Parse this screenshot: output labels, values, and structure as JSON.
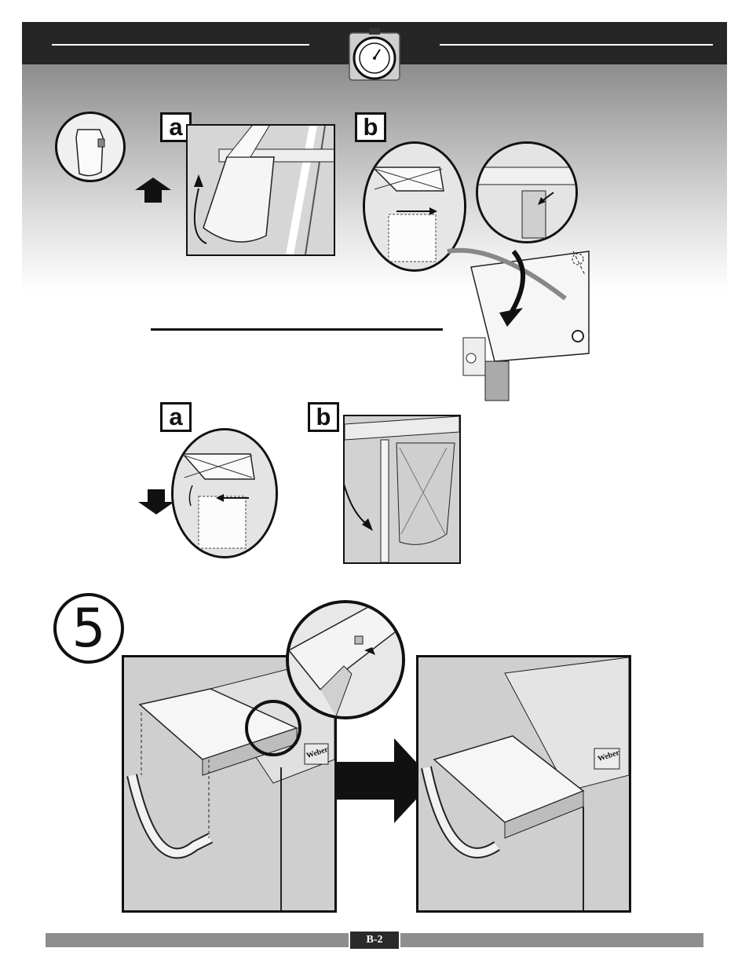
{
  "header": {
    "icon": "stopwatch-icon"
  },
  "section_top": {
    "step_a_label": "a",
    "step_b_label": "b"
  },
  "section_middle": {
    "step_a_label": "a",
    "step_b_label": "b"
  },
  "section_bottom": {
    "step_number": "5",
    "brand_mark": "Weber"
  },
  "footer": {
    "page_label": "B-2"
  },
  "colors": {
    "header": "#262626",
    "gradient_top": "#8c8c8c",
    "gradient_bottom": "#ffffff",
    "footer": "#8e8e8e",
    "footer_label": "#2a2a2a"
  }
}
